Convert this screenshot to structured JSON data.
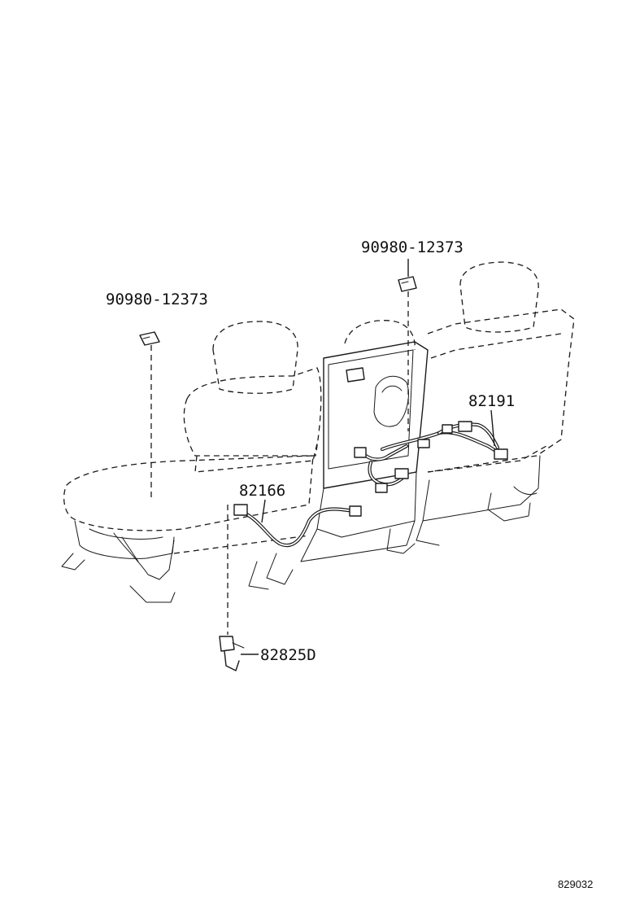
{
  "callouts": {
    "clip_left": "90980-12373",
    "clip_right": "90980-12373",
    "harness_right": "82191",
    "harness_center": "82166",
    "connector": "82825D"
  },
  "figure_id": "829032"
}
